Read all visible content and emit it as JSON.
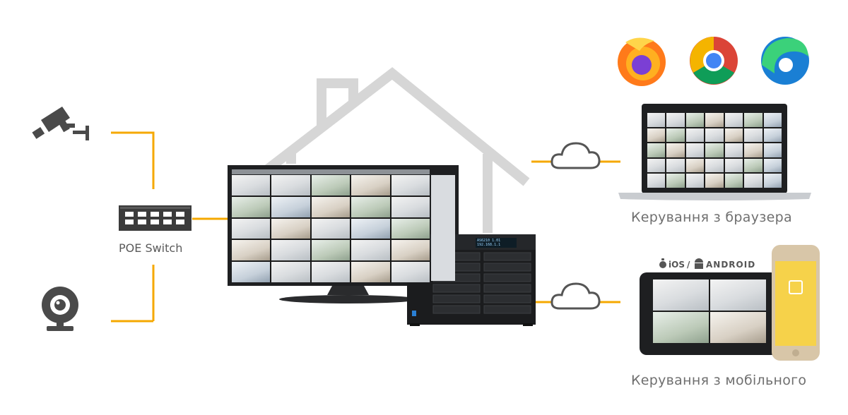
{
  "diagram": {
    "poe_switch_label": "POE Switch",
    "browser_caption": "Керування з браузера",
    "mobile_caption": "Керування з мобільного",
    "ios_label": "iOS",
    "separator": "/",
    "android_label": "ANDROID",
    "nas_display_line1": "AS6210 1.01",
    "nas_display_line2": "192.168.1.1"
  },
  "colors": {
    "connector": "#f5a800",
    "house": "#d6d6d6",
    "device_dark": "#1e1f21",
    "caption": "#6f6f6f"
  },
  "icons": [
    "cctv-camera-icon",
    "webcam-icon",
    "cloud-icon",
    "firefox-icon",
    "chrome-icon",
    "edge-icon",
    "apple-icon",
    "android-icon",
    "house-icon"
  ]
}
